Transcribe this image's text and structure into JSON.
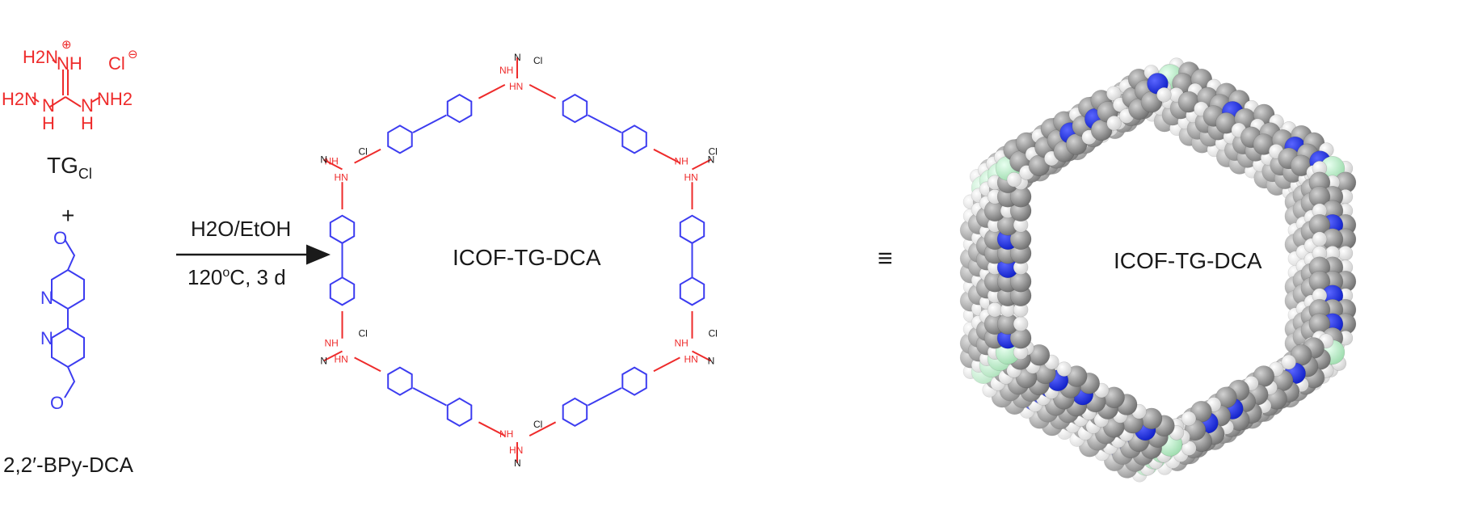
{
  "colors": {
    "monomer_tg": "#ee2b2b",
    "monomer_bpy": "#3c3cf0",
    "text": "#1a1a1a",
    "atom_carbon": "#8c8c8c",
    "atom_nitrogen": "#1c2ee0",
    "atom_hydrogen": "#ffffff",
    "atom_chlorine": "#b5ecc2"
  },
  "reactants": {
    "tg": {
      "atoms": {
        "h2n_top": "H2N",
        "nh_plus": "NH",
        "plus_charge": "⊕",
        "cl": "Cl",
        "minus_charge": "⊖",
        "h2n_left": "H2N",
        "nh_left": "N",
        "h_left": "H",
        "nh_right": "N",
        "h_right": "H",
        "nh2_right": "NH2"
      },
      "name_main": "TG",
      "name_sub": "Cl"
    },
    "plus": "+",
    "bpy": {
      "atoms": {
        "o_top": "O",
        "n_upper": "N",
        "n_lower": "N",
        "o_bottom": "O"
      },
      "name": "2,2′-BPy-DCA"
    }
  },
  "reaction": {
    "solvent": "H2O/EtOH",
    "temperature": "120",
    "degree": "o",
    "temperature_unit": "C, 3 d"
  },
  "product": {
    "name": "ICOF-TG-DCA",
    "cl_label": "Cl",
    "linkage_atoms": {
      "nh": "NH",
      "hn": "HN",
      "n": "N"
    }
  },
  "equivalence": "≡",
  "model": {
    "name": "ICOF-TG-DCA"
  }
}
